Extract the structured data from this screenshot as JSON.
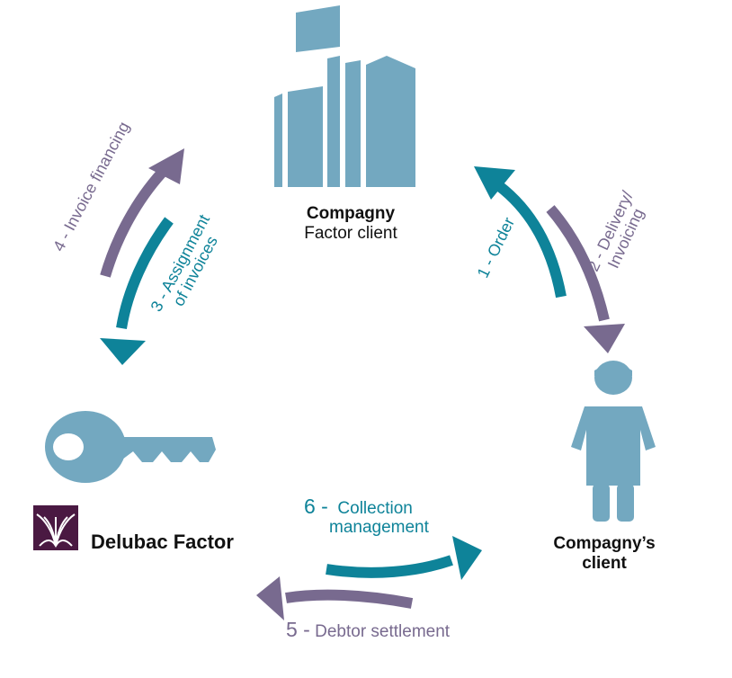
{
  "colors": {
    "purple": "#786a8f",
    "teal": "#0e8399",
    "lightblue": "#73a8c0",
    "logo_bg": "#4a1942",
    "text": "#111111"
  },
  "icons": {
    "company": "building-icon",
    "client": "person-icon",
    "factor": "key-icon",
    "logo": "delubac-logo-icon"
  },
  "nodes": {
    "company": {
      "name": "Compagny",
      "role": "Factor client"
    },
    "client": {
      "line1": "Compagny’s",
      "line2": "client"
    },
    "factor": {
      "name": "Delubac Factor"
    }
  },
  "steps": [
    {
      "num": "1 -",
      "text": "Order"
    },
    {
      "num": "2 -",
      "text_line1": "Delivery/",
      "text_line2": "Invoicing"
    },
    {
      "num": "3 -",
      "text_line1": "Assignment",
      "text_line2": "of invoices"
    },
    {
      "num": "4 -",
      "text": "Invoice financing"
    },
    {
      "num": "5 -",
      "text": "Debtor settlement"
    },
    {
      "num": "6 -",
      "text_line1": "Collection",
      "text_line2": "management"
    }
  ]
}
